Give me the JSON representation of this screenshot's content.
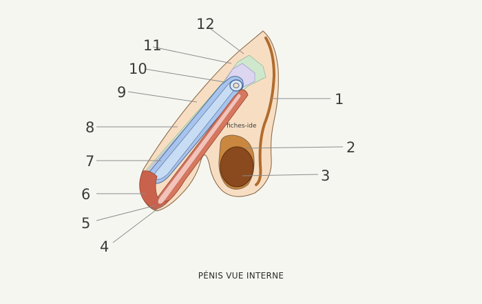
{
  "caption": "PÉNIS VUE INTERNE",
  "watermark": "fiches-ide",
  "labels": [
    "1",
    "2",
    "3",
    "4",
    "5",
    "6",
    "7",
    "8",
    "9",
    "10",
    "11",
    "12"
  ],
  "colors": {
    "background": "#f6f6f1",
    "skin": "#f7dec3",
    "testis": "#8a4a1e",
    "testis_rim": "#c9873f",
    "corpus_cavernosum": "#a8c4ec",
    "urethra_lining": "#c8dcf4",
    "corpus_spongiosum": "#d7775e",
    "glans": "#c9624c",
    "green_layer": "#cfe8cd",
    "duct": "#b06c2e"
  }
}
